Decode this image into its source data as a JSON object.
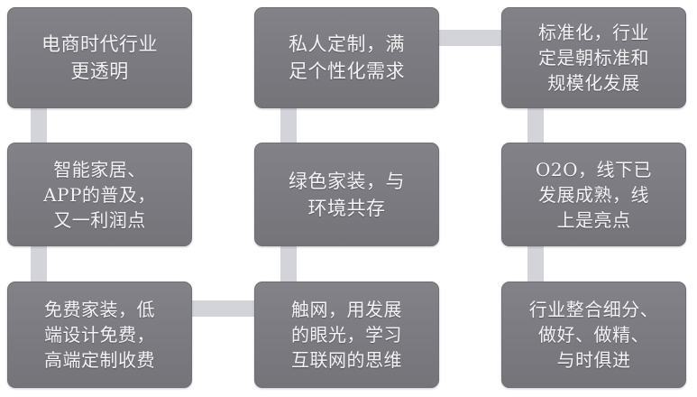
{
  "diagram": {
    "type": "grid-flow-diagram",
    "background_color": "#ffffff",
    "node_fill_color": "#7b7b81",
    "node_text_color": "#f4f4f6",
    "connector_color": "#d3d3da",
    "columns": 3,
    "rows": 3,
    "nodes": [
      {
        "id": "r1c1",
        "text": "电商时代行业\n更透明",
        "row": 1,
        "column": 1
      },
      {
        "id": "r1c2",
        "text": "私人定制，满\n足个性化需求",
        "row": 1,
        "column": 2
      },
      {
        "id": "r1c3",
        "text": "标准化，行业\n定是朝标准和\n规模化发展",
        "row": 1,
        "column": 3
      },
      {
        "id": "r2c1",
        "text": "智能家居、\nAPP的普及，\n又一利润点",
        "row": 2,
        "column": 1
      },
      {
        "id": "r2c2",
        "text": "绿色家装，与\n环境共存",
        "row": 2,
        "column": 2
      },
      {
        "id": "r2c3",
        "text": "O2O，线下已\n发展成熟，线\n上是亮点",
        "row": 2,
        "column": 3
      },
      {
        "id": "r3c1",
        "text": "免费家装，低\n端设计免费，\n高端定制收费",
        "row": 3,
        "column": 1
      },
      {
        "id": "r3c2",
        "text": "触网，用发展\n的眼光，学习\n互联网的思维",
        "row": 3,
        "column": 2
      },
      {
        "id": "r3c3",
        "text": "行业整合细分、\n做好、做精、\n与时俱进",
        "row": 3,
        "column": 3
      }
    ],
    "connectors": [
      {
        "id": "v-col1",
        "orientation": "vertical",
        "from": "r1c1",
        "to": "r3c1"
      },
      {
        "id": "v-col2",
        "orientation": "vertical",
        "from": "r1c2",
        "to": "r3c2"
      },
      {
        "id": "v-col3",
        "orientation": "vertical",
        "from": "r1c3",
        "to": "r3c3"
      },
      {
        "id": "h-top",
        "orientation": "horizontal",
        "from": "r1c2",
        "to": "r1c3"
      },
      {
        "id": "h-bottom",
        "orientation": "horizontal",
        "from": "r3c1",
        "to": "r3c2"
      }
    ]
  }
}
